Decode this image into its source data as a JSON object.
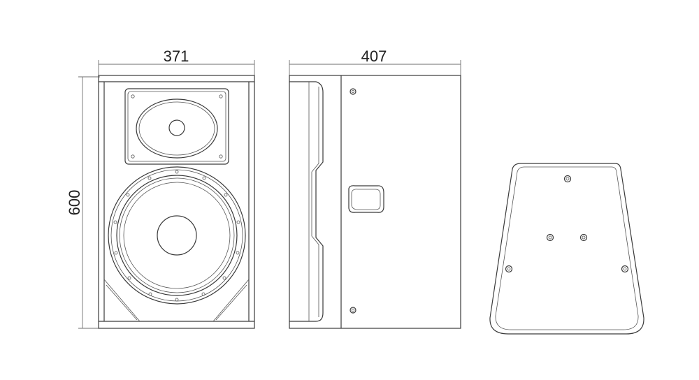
{
  "dimensions": {
    "front_width": "371",
    "height": "600",
    "side_depth": "407"
  }
}
